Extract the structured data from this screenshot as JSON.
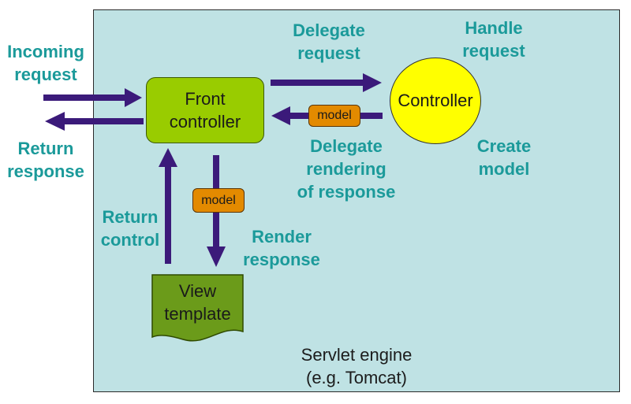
{
  "nodes": {
    "front_controller": "Front\ncontroller",
    "controller": "Controller",
    "view_template": "View\ntemplate",
    "model_1": "model",
    "model_2": "model",
    "engine": "Servlet engine\n(e.g. Tomcat)"
  },
  "labels": {
    "incoming_request": "Incoming\nrequest",
    "return_response": "Return\nresponse",
    "delegate_request": "Delegate\nrequest",
    "handle_request": "Handle\nrequest",
    "delegate_rendering": "Delegate\nrendering\nof response",
    "create_model": "Create\nmodel",
    "return_control": "Return\ncontrol",
    "render_response": "Render\nresponse"
  },
  "colors": {
    "engine_bg": "#bfe2e4",
    "front_controller": "#99cc00",
    "controller": "#ffff00",
    "model": "#e38a00",
    "view_template": "#6b9b1a",
    "arrow": "#3b1a7a",
    "label": "#1b9a9a"
  }
}
